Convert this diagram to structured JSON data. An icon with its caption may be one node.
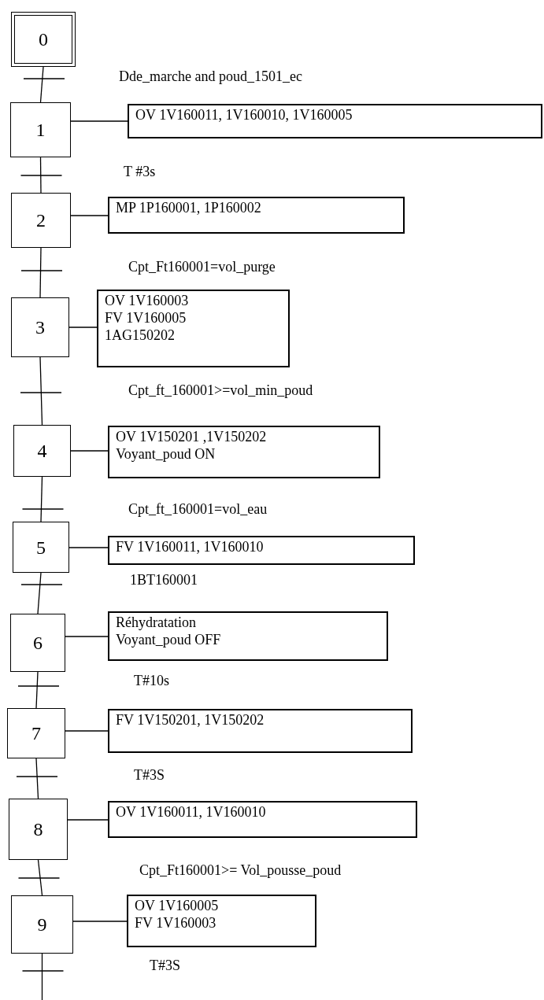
{
  "diagram": {
    "nodes": [
      {
        "text": [
          "0"
        ]
      },
      {
        "text": [
          "1"
        ]
      },
      {
        "text": [
          "OV 1V160011, 1V160010, 1V160005"
        ]
      },
      {
        "text": [
          "2"
        ]
      },
      {
        "text": [
          "MP 1P160001, 1P160002"
        ]
      },
      {
        "text": [
          "3"
        ]
      },
      {
        "text": [
          "OV 1V160003",
          "FV 1V160005",
          "1AG150202"
        ]
      },
      {
        "text": [
          "4"
        ]
      },
      {
        "text": [
          "OV 1V150201 ,1V150202",
          "Voyant_poud ON"
        ]
      },
      {
        "text": [
          "5"
        ]
      },
      {
        "text": [
          "FV 1V160011, 1V160010"
        ]
      },
      {
        "text": [
          "6"
        ]
      },
      {
        "text": [
          "Réhydratation",
          "Voyant_poud OFF"
        ]
      },
      {
        "text": [
          "7"
        ]
      },
      {
        "text": [
          "FV 1V150201, 1V150202"
        ]
      },
      {
        "text": [
          "8"
        ]
      },
      {
        "text": [
          "OV 1V160011, 1V160010"
        ]
      },
      {
        "text": [
          "9"
        ]
      },
      {
        "text": [
          "OV 1V160005",
          "FV 1V160003"
        ]
      }
    ],
    "edges": [
      {
        "from": 0,
        "to": 1,
        "arrow": "none"
      },
      {
        "from": 1,
        "to": 2,
        "arrow": "none"
      },
      {
        "from": 1,
        "to": 3,
        "arrow": "none"
      },
      {
        "from": 3,
        "to": 4,
        "arrow": "none"
      },
      {
        "from": 3,
        "to": 5,
        "arrow": "none"
      },
      {
        "from": 5,
        "to": 6,
        "arrow": "none"
      },
      {
        "from": 5,
        "to": 7,
        "arrow": "none"
      },
      {
        "from": 7,
        "to": 8,
        "arrow": "none"
      },
      {
        "from": 7,
        "to": 9,
        "arrow": "none"
      },
      {
        "from": 9,
        "to": 10,
        "arrow": "none"
      },
      {
        "from": 9,
        "to": 11,
        "arrow": "none"
      },
      {
        "from": 11,
        "to": 12,
        "arrow": "none"
      },
      {
        "from": 11,
        "to": 13,
        "arrow": "none"
      },
      {
        "from": 13,
        "to": 14,
        "arrow": "none"
      },
      {
        "from": 13,
        "to": 15,
        "arrow": "none"
      },
      {
        "from": 15,
        "to": 16,
        "arrow": "none"
      },
      {
        "from": 15,
        "to": 17,
        "arrow": "none"
      },
      {
        "from": 17,
        "to": 18,
        "arrow": "none"
      },
      {
        "from": 17,
        "to": null,
        "arrow": "none"
      }
    ],
    "labels": [
      "Dde_marche and poud_1501_ec",
      "T #3s",
      "Cpt_Ft160001=vol_purge",
      "Cpt_ft_160001>=vol_min_poud",
      "Cpt_ft_160001=vol_eau",
      "1BT160001",
      "T#10s",
      "T#3S",
      "Cpt_Ft160001>= Vol_pousse_poud",
      "T#3S"
    ]
  }
}
